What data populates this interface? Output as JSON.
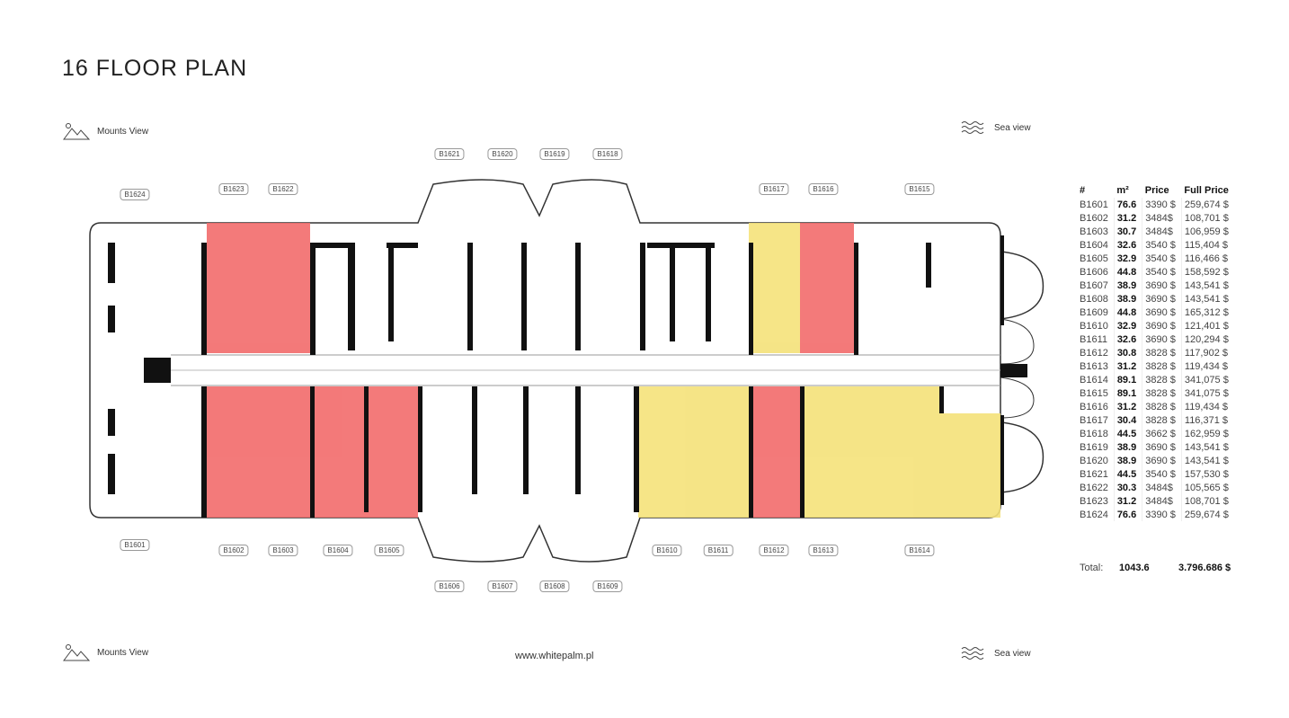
{
  "title": "16 FLOOR PLAN",
  "views": {
    "mounts": "Mounts View",
    "sea": "Sea view"
  },
  "website": "www.whitepalm.pl",
  "colors": {
    "sold": "#f26b6b",
    "reserved": "#f5e27a"
  },
  "units_top": [
    "B1621",
    "B1620",
    "B1619",
    "B1618"
  ],
  "units_upper": [
    "B1624",
    "B1623",
    "B1622",
    "B1617",
    "B1616",
    "B1615"
  ],
  "units_lower": [
    "B1601",
    "B1602",
    "B1603",
    "B1604",
    "B1605",
    "B1610",
    "B1611",
    "B1612",
    "B1613",
    "B1614"
  ],
  "units_bottom": [
    "B1606",
    "B1607",
    "B1608",
    "B1609"
  ],
  "table": {
    "headers": [
      "#",
      "m²",
      "Price",
      "Full Price"
    ],
    "rows": [
      [
        "B1601",
        "76.6",
        "3390 $",
        "259,674 $"
      ],
      [
        "B1602",
        "31.2",
        "3484$",
        "108,701 $"
      ],
      [
        "B1603",
        "30.7",
        "3484$",
        "106,959 $"
      ],
      [
        "B1604",
        "32.6",
        "3540 $",
        "115,404 $"
      ],
      [
        "B1605",
        "32.9",
        "3540 $",
        "116,466 $"
      ],
      [
        "B1606",
        "44.8",
        "3540 $",
        "158,592 $"
      ],
      [
        "B1607",
        "38.9",
        "3690 $",
        "143,541 $"
      ],
      [
        "B1608",
        "38.9",
        "3690 $",
        "143,541 $"
      ],
      [
        "B1609",
        "44.8",
        "3690 $",
        "165,312 $"
      ],
      [
        "B1610",
        "32.9",
        "3690 $",
        "121,401 $"
      ],
      [
        "B1611",
        "32.6",
        "3690 $",
        "120,294 $"
      ],
      [
        "B1612",
        "30.8",
        "3828 $",
        "117,902 $"
      ],
      [
        "B1613",
        "31.2",
        "3828 $",
        "119,434 $"
      ],
      [
        "B1614",
        "89.1",
        "3828 $",
        "341,075 $"
      ],
      [
        "B1615",
        "89.1",
        "3828 $",
        "341,075 $"
      ],
      [
        "B1616",
        "31.2",
        "3828 $",
        "119,434 $"
      ],
      [
        "B1617",
        "30.4",
        "3828 $",
        "116,371 $"
      ],
      [
        "B1618",
        "44.5",
        "3662 $",
        "162,959 $"
      ],
      [
        "B1619",
        "38.9",
        "3690 $",
        "143,541 $"
      ],
      [
        "B1620",
        "38.9",
        "3690 $",
        "143,541 $"
      ],
      [
        "B1621",
        "44.5",
        "3540 $",
        "157,530 $"
      ],
      [
        "B1622",
        "30.3",
        "3484$",
        "105,565 $"
      ],
      [
        "B1623",
        "31.2",
        "3484$",
        "108,701 $"
      ],
      [
        "B1624",
        "76.6",
        "3390 $",
        "259,674 $"
      ]
    ],
    "total_label": "Total:",
    "total_area": "1043.6",
    "total_price": "3.796.686 $"
  }
}
